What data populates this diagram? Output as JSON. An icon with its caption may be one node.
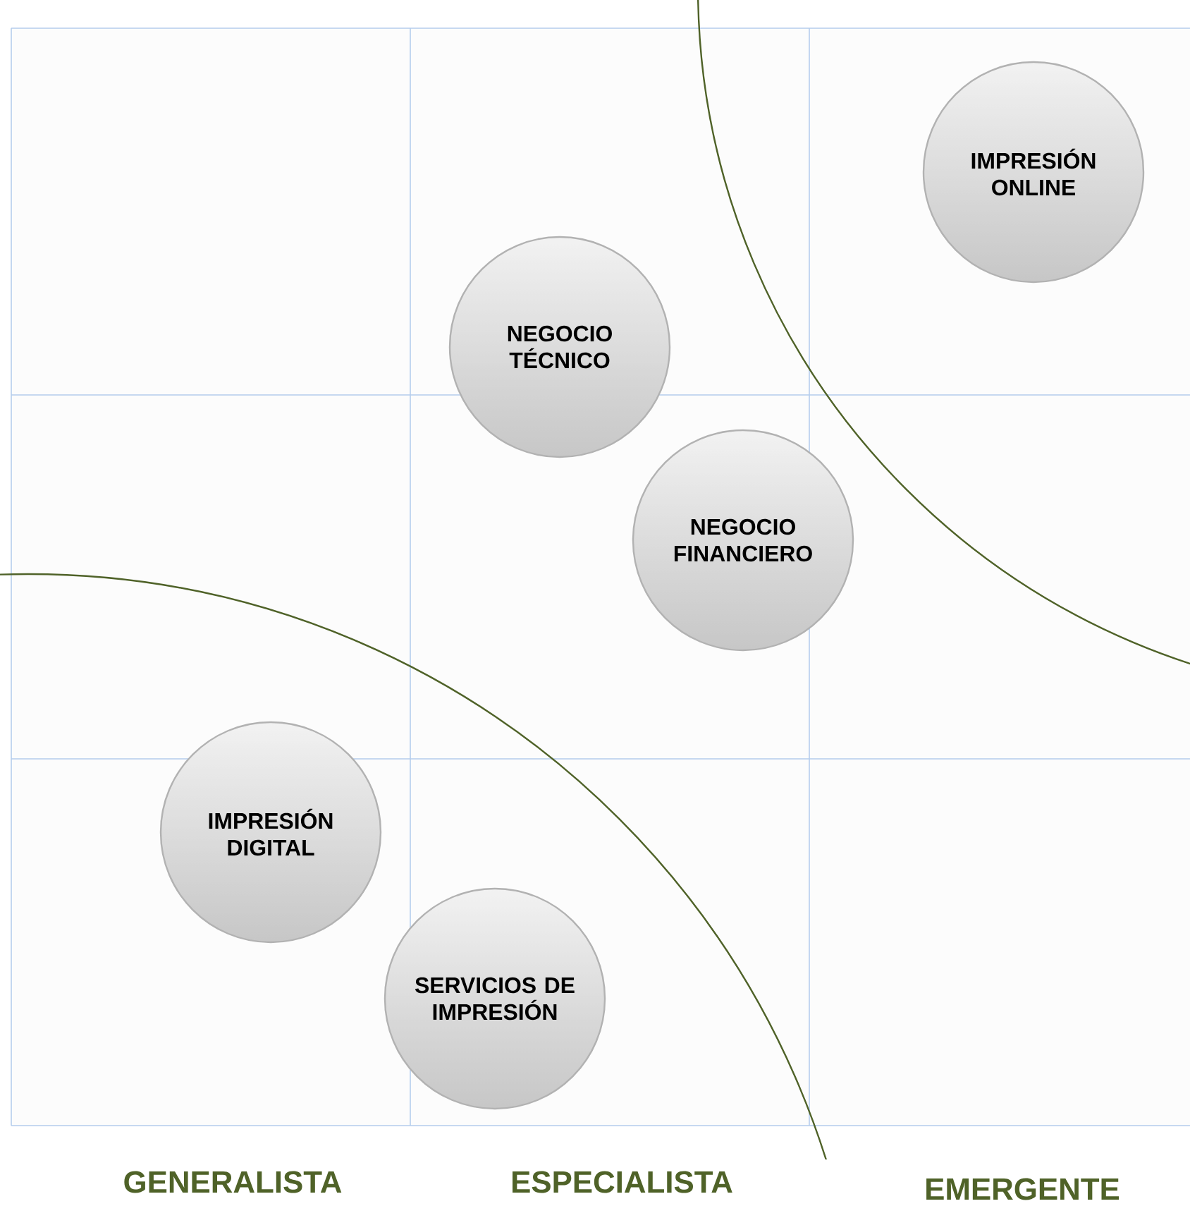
{
  "diagram": {
    "nodes": [
      {
        "text": [
          "IMPRESIÓN ONLINE"
        ]
      },
      {
        "text": [
          "NEGOCIO TÉCNICO"
        ]
      },
      {
        "text": [
          "NEGOCIO FINANCIERO"
        ]
      },
      {
        "text": [
          "IMPRESIÓN DIGITAL"
        ]
      },
      {
        "text": [
          "SERVICIOS DE IMPRESIÓN"
        ]
      }
    ],
    "labels": [
      "GENERALISTA",
      "ESPECIALISTA",
      "EMERGENTE"
    ]
  }
}
